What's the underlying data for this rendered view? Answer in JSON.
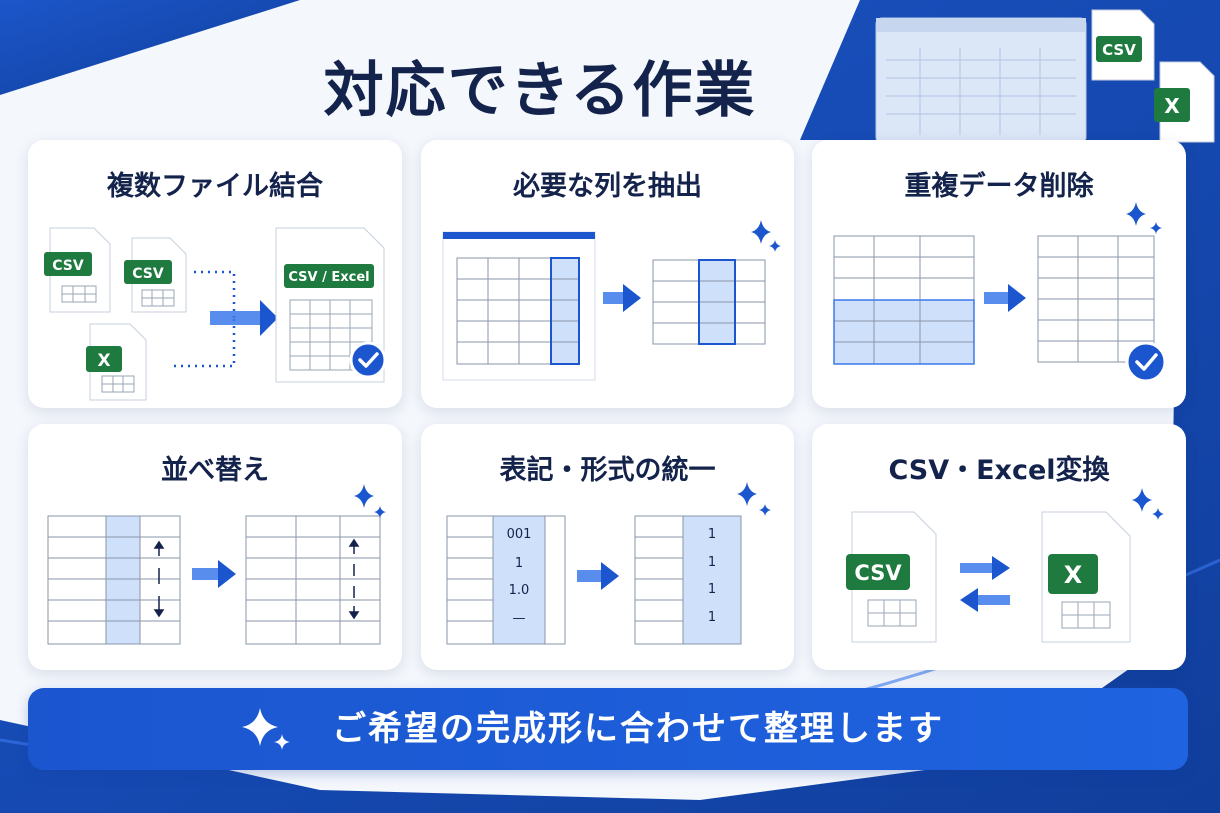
{
  "title": "対応できる作業",
  "colors": {
    "navy": "#14234b",
    "blue": "#1b56cf",
    "light_blue": "#cfe0fb",
    "excel_green": "#1f7a3f",
    "grid": "#8a96a8"
  },
  "header_badges": {
    "csv": "CSV",
    "excel": "X"
  },
  "cards": [
    {
      "title": "複数ファイル結合",
      "source_badges": [
        "CSV",
        "CSV",
        "X"
      ],
      "result_badge": "CSV / Excel",
      "icons": [
        "csv-file-icon",
        "excel-file-icon",
        "arrow-right-icon",
        "check-circle-icon"
      ]
    },
    {
      "title": "必要な列を抽出",
      "icons": [
        "table-icon",
        "arrow-right-icon",
        "sparkle-icon"
      ]
    },
    {
      "title": "重複データ削除",
      "icons": [
        "table-icon",
        "arrow-right-icon",
        "check-circle-icon",
        "sparkle-icon"
      ]
    },
    {
      "title": "並べ替え",
      "icons": [
        "table-icon",
        "sort-arrows-icon",
        "arrow-right-icon",
        "sparkle-icon"
      ]
    },
    {
      "title": "表記・形式の統一",
      "before_values": [
        "001",
        "1",
        "1.0",
        "—"
      ],
      "after_values": [
        "1",
        "1",
        "1",
        "1"
      ],
      "icons": [
        "table-icon",
        "arrow-right-icon",
        "sparkle-icon"
      ]
    },
    {
      "title": "CSV・Excel変換",
      "badges": [
        "CSV",
        "X"
      ],
      "icons": [
        "csv-file-icon",
        "swap-arrows-icon",
        "excel-file-icon",
        "sparkle-icon"
      ]
    }
  ],
  "banner": {
    "text": "ご希望の完成形に合わせて整理します",
    "icon": "sparkle-icon"
  }
}
